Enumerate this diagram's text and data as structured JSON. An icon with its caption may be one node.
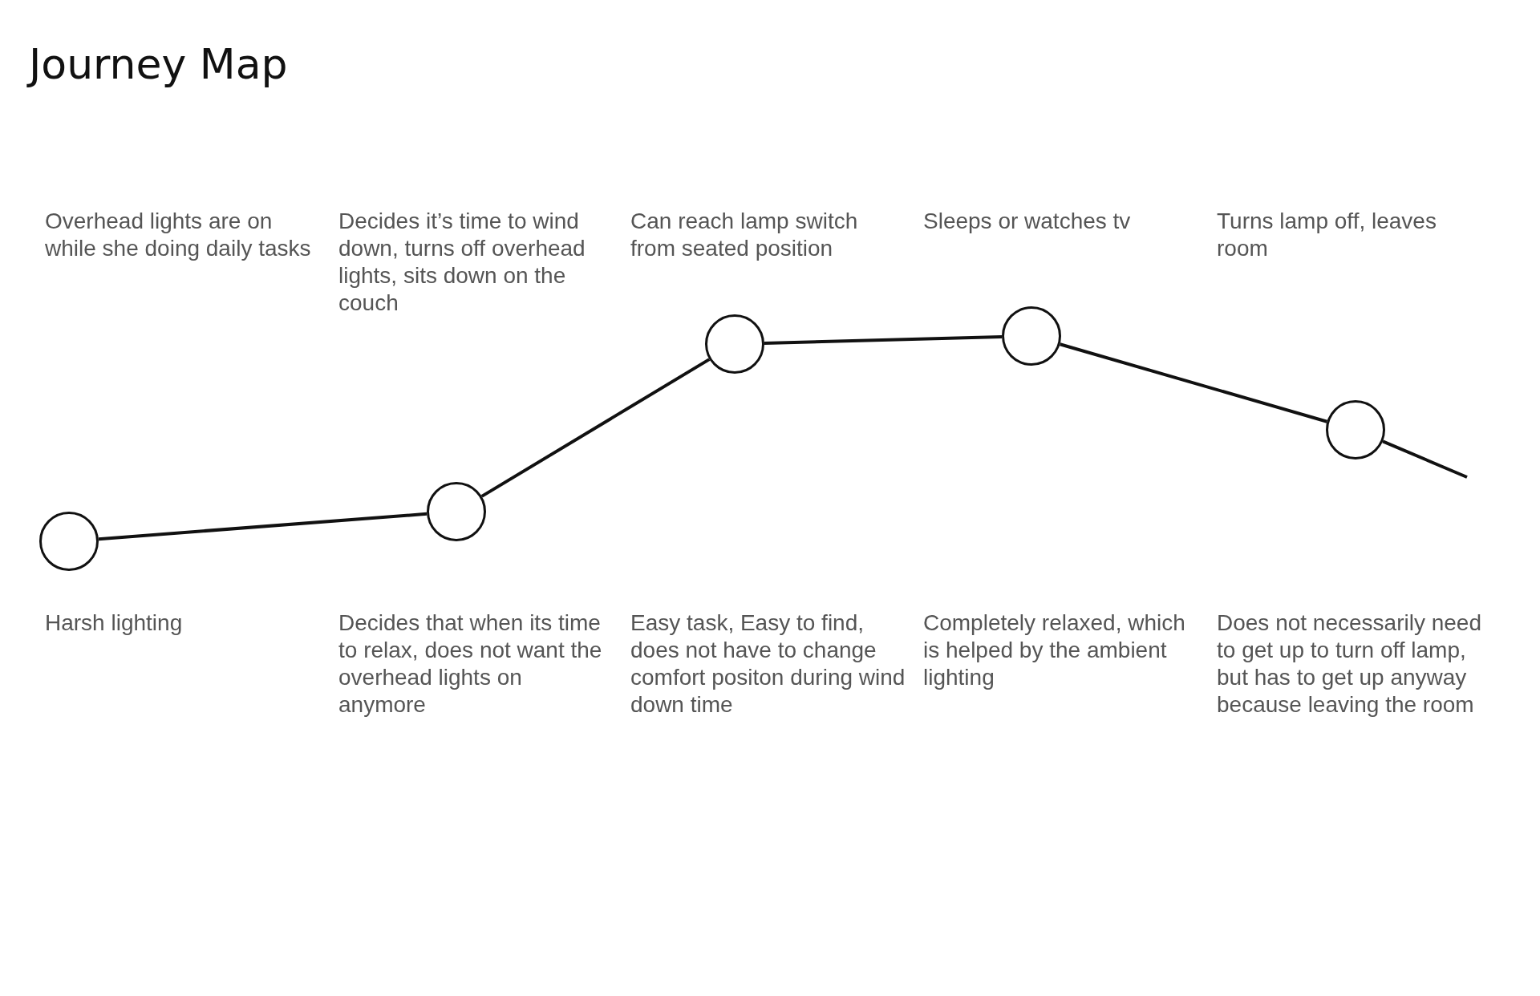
{
  "diagram": {
    "title": "Journey Map",
    "nodes": [
      {
        "text": [],
        "shape": "circle"
      },
      {
        "text": [],
        "shape": "circle"
      },
      {
        "text": [],
        "shape": "circle"
      },
      {
        "text": [],
        "shape": "circle"
      },
      {
        "text": [],
        "shape": "circle"
      }
    ],
    "edges": [
      {
        "from": 0,
        "to": 1,
        "arrow": "none"
      },
      {
        "from": 1,
        "to": 2,
        "arrow": "none"
      },
      {
        "from": 2,
        "to": 3,
        "arrow": "none"
      },
      {
        "from": 3,
        "to": 4,
        "arrow": "none"
      },
      {
        "from": 4,
        "to": null,
        "arrow": "none"
      }
    ],
    "labels": [
      "Overhead lights are on while she doing daily tasks",
      "Decides it’s time to wind down, turns off overhead lights, sits down on the couch",
      "Can reach lamp switch from seated position",
      "Sleeps or watches tv",
      "Turns lamp off, leaves room",
      "Harsh lighting",
      "Decides that when its time to relax, does not want the overhead lights on anymore",
      "Easy task, Easy to find, does not have to change comfort positon during wind down time",
      "Completely relaxed, which is helped by the ambient lighting",
      "Does not necessarily need to get up to turn off lamp, but has to get up anyway because leaving the room"
    ]
  }
}
